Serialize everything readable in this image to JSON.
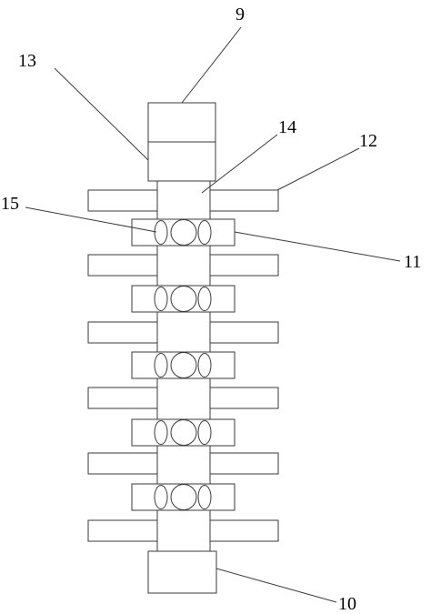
{
  "diagram": {
    "labels": {
      "l9": "9",
      "l10": "10",
      "l11": "11",
      "l12": "12",
      "l13": "13",
      "l14": "14",
      "l15": "15"
    },
    "line_color": "#3a3a3a",
    "background": "#ffffff"
  }
}
